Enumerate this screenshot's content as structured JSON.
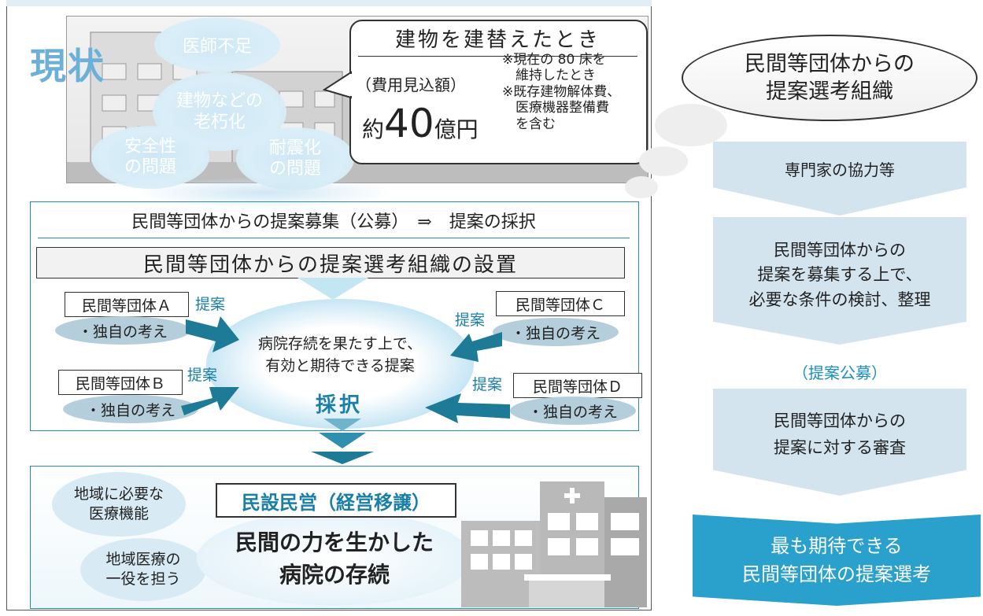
{
  "current": {
    "label": "現状",
    "issues": [
      "医師不足",
      "建物などの\n老朽化",
      "安全性\nの問題",
      "耐震化\nの問題"
    ]
  },
  "rebuild": {
    "title": "建物を建替えたとき",
    "cost_label": "（費用見込額）",
    "cost_prefix": "約",
    "cost_number": "40",
    "cost_suffix": "億円",
    "note": "※現在の 80 床を\n　維持したとき\n※既存建物解体費、\n　医療機器整備費\n　を含む"
  },
  "proposal": {
    "header": "民間等団体からの提案募集（公募）　⇒　提案の採択",
    "committee": "民間等団体からの提案選考組織の設置",
    "center": "病院存続を果たす上で、\n有効と期待できる提案",
    "adopt": "採択",
    "groups": [
      {
        "name": "民間等団体Ａ",
        "idea": "・独自の考え",
        "tag": "提案"
      },
      {
        "name": "民間等団体Ｂ",
        "idea": "・独自の考え",
        "tag": "提案"
      },
      {
        "name": "民間等団体Ｃ",
        "idea": "・独自の考え",
        "tag": "提案"
      },
      {
        "name": "民間等団体Ｄ",
        "idea": "・独自の考え",
        "tag": "提案"
      }
    ]
  },
  "result": {
    "title": "民設民営（経営移譲）",
    "main": "民間の力を生かした\n病院の存続",
    "bubbles": [
      "地域に必要な\n医療機能",
      "地域医療の\n一役を担う"
    ]
  },
  "sidebar": {
    "org": "民間等団体からの\n提案選考組織",
    "steps": [
      "専門家の協力等",
      "民間等団体からの\n提案を募集する上で、\n必要な条件の検討、整理",
      "民間等団体からの\n提案に対する審査"
    ],
    "mid_label": "（提案公募）",
    "final": "最も期待できる\n民間等団体の提案選考"
  },
  "colors": {
    "accent": "#1a7fa8",
    "step_fill": "#d3e4ee",
    "final_fill": "#2aa0cc",
    "arrow_dark": "#1e7b98"
  }
}
